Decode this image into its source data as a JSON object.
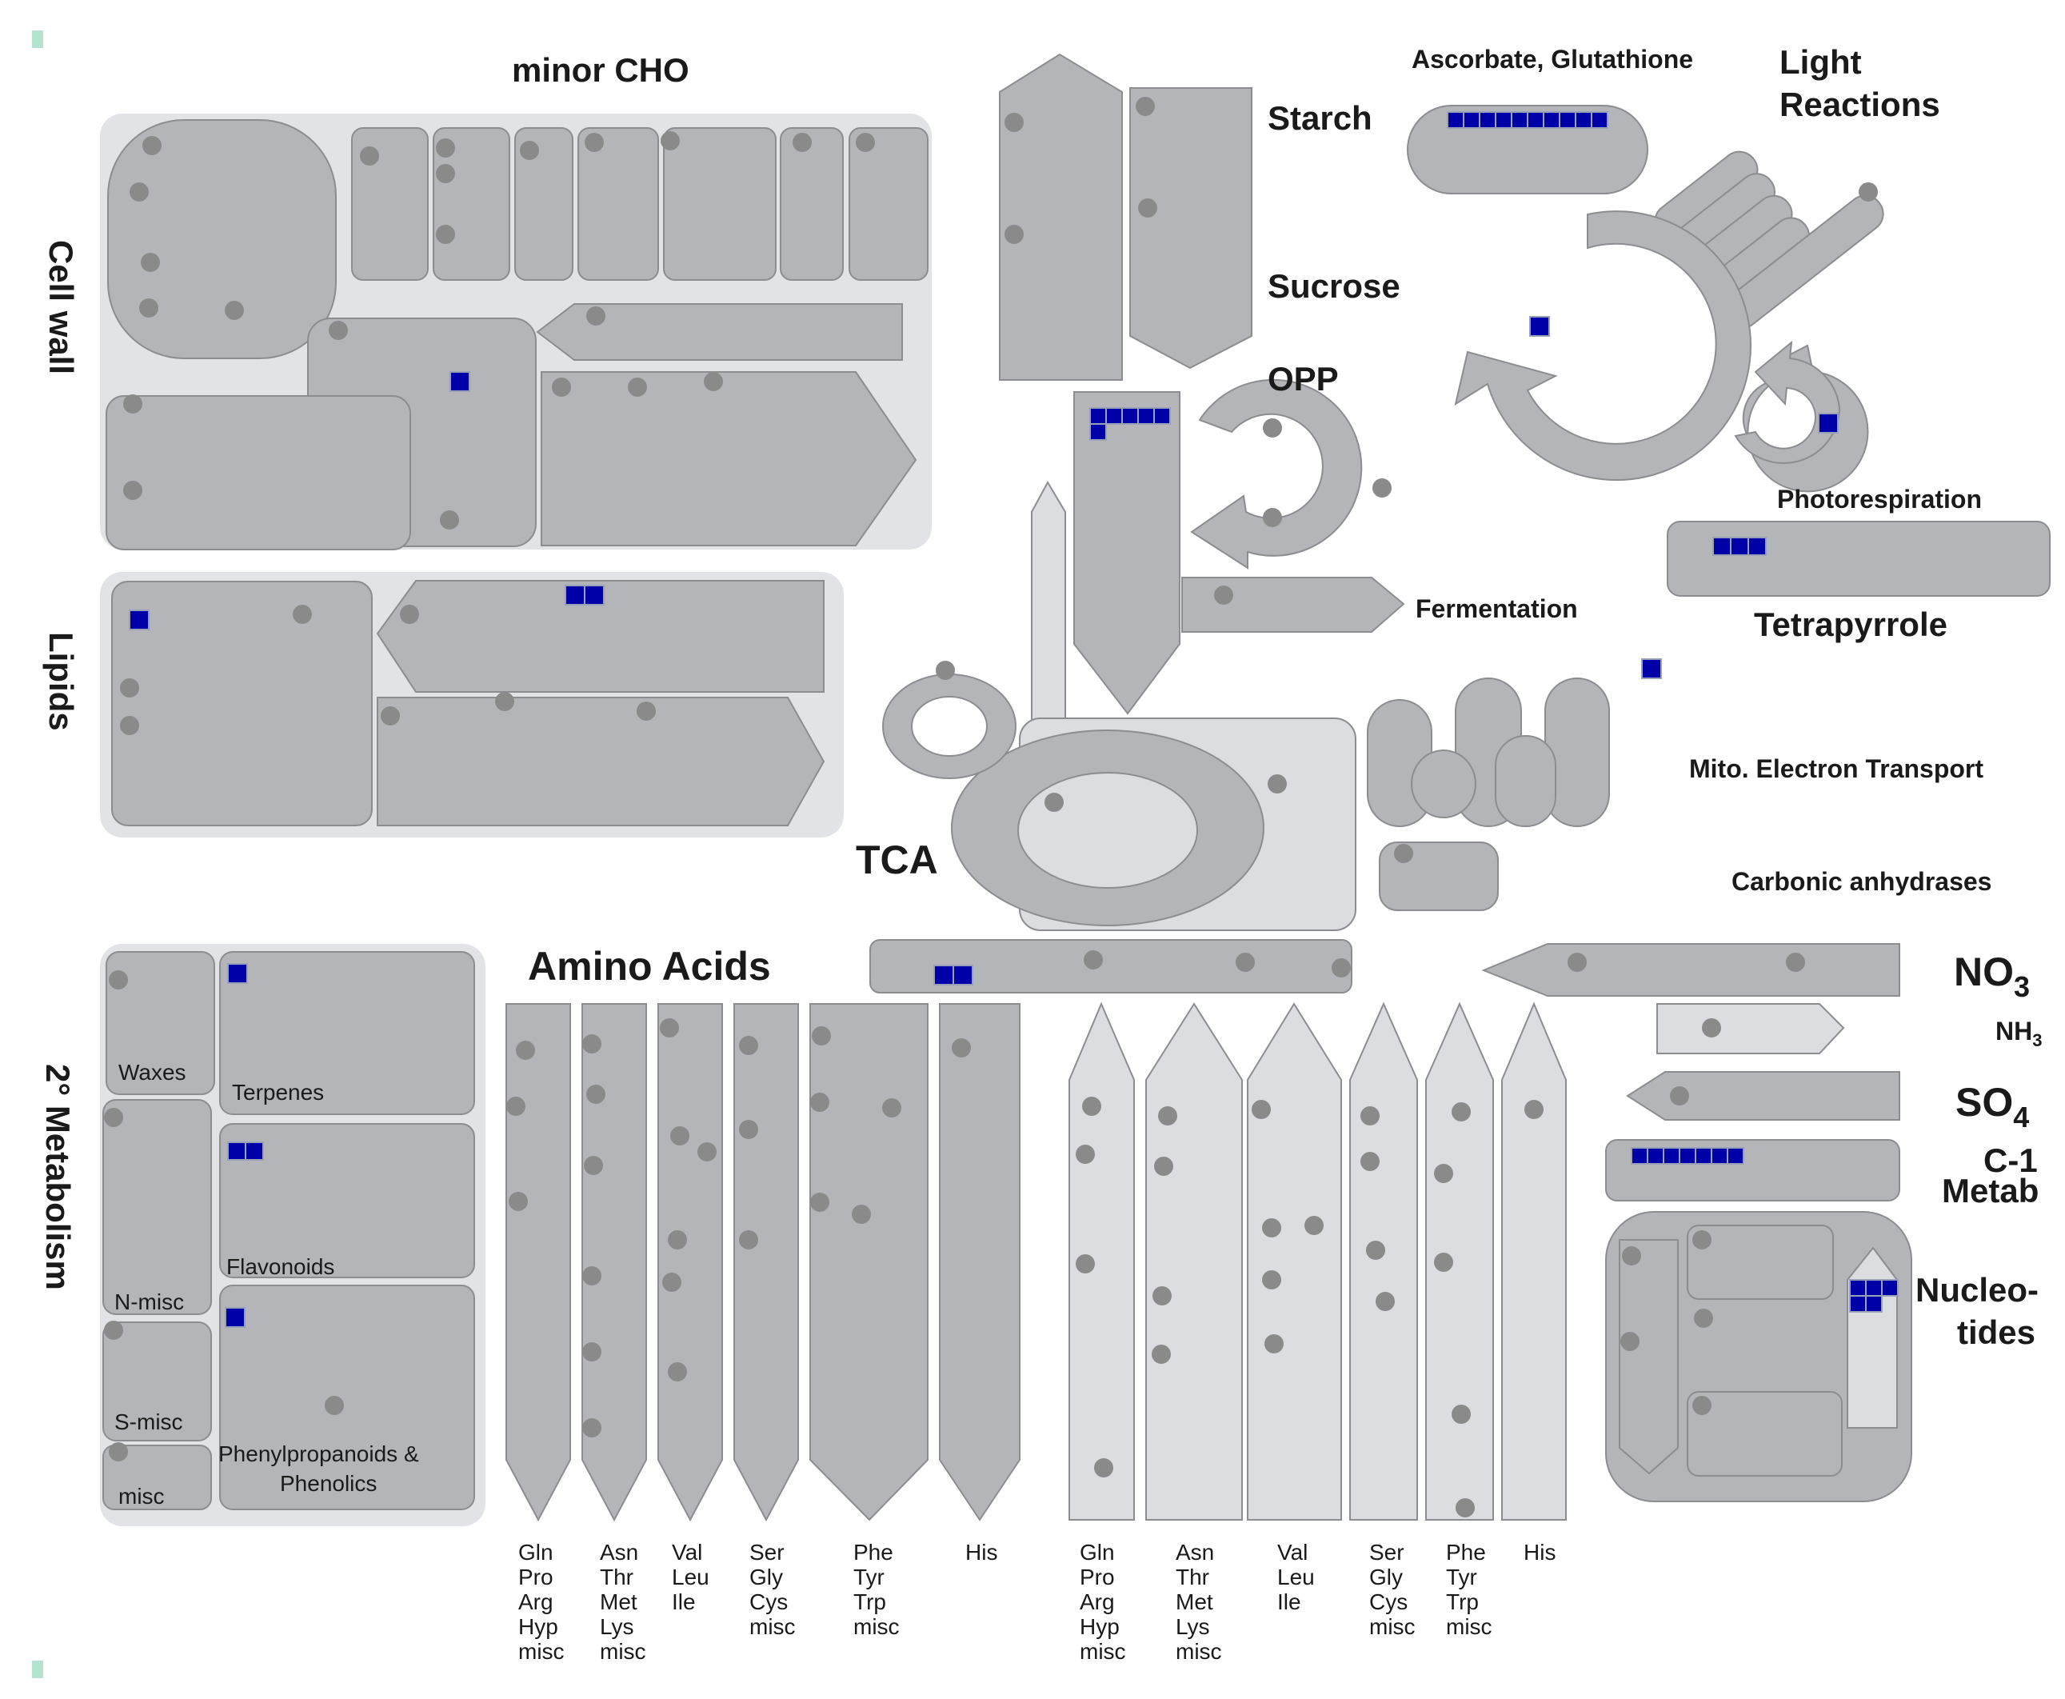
{
  "labels": {
    "minor_cho": "minor CHO",
    "cell_wall": "Cell wall",
    "lipids": "Lipids",
    "secondary_metabolism": "2° Metabolism",
    "starch": "Starch",
    "sucrose": "Sucrose",
    "opp": "OPP",
    "fermentation": "Fermentation",
    "tca": "TCA",
    "ascorbate": "Ascorbate, Glutathione",
    "light_reactions_1": "Light",
    "light_reactions_2": "Reactions",
    "photorespiration": "Photorespiration",
    "tetrapyrrole": "Tetrapyrrole",
    "mito": "Mito. Electron Transport",
    "carbonic": "Carbonic anhydrases",
    "amino_acids": "Amino Acids",
    "no3_main": "NO",
    "no3_sub": "3",
    "nh3_main": "NH",
    "nh3_sub": "3",
    "so4_main": "SO",
    "so4_sub": "4",
    "c1_1": "C-1",
    "c1_2": "Metab",
    "nucleo_1": "Nucleo-",
    "nucleo_2": "tides",
    "waxes": "Waxes",
    "terpenes": "Terpenes",
    "flavonoids": "Flavonoids",
    "n_misc": "N-misc",
    "s_misc": "S-misc",
    "misc": "misc",
    "phenyl_1": "Phenylpropanoids &",
    "phenyl_2": "Phenolics"
  },
  "aa_synthesis_groups": [
    [
      "Gln",
      "Pro",
      "Arg",
      "Hyp",
      "misc"
    ],
    [
      "Asn",
      "Thr",
      "Met",
      "Lys",
      "misc"
    ],
    [
      "Val",
      "Leu",
      "Ile"
    ],
    [
      "Ser",
      "Gly",
      "Cys",
      "misc"
    ],
    [
      "Phe",
      "Tyr",
      "Trp",
      "misc"
    ],
    [
      "His"
    ]
  ],
  "aa_degradation_groups": [
    [
      "Gln",
      "Pro",
      "Arg",
      "Hyp",
      "misc"
    ],
    [
      "Asn",
      "Thr",
      "Met",
      "Lys",
      "misc"
    ],
    [
      "Val",
      "Leu",
      "Ile"
    ],
    [
      "Ser",
      "Gly",
      "Cys",
      "misc"
    ],
    [
      "Phe",
      "Tyr",
      "Trp",
      "misc"
    ],
    [
      "His"
    ]
  ],
  "colors": {
    "shape": "#b4b5b9",
    "shape_light": "#dcdde0",
    "background_group": "#e2e3e6",
    "unchanged_dot": "#8a8a8a",
    "changed_gene": "#0000a8",
    "corner_marker": "#b6e3cf"
  }
}
